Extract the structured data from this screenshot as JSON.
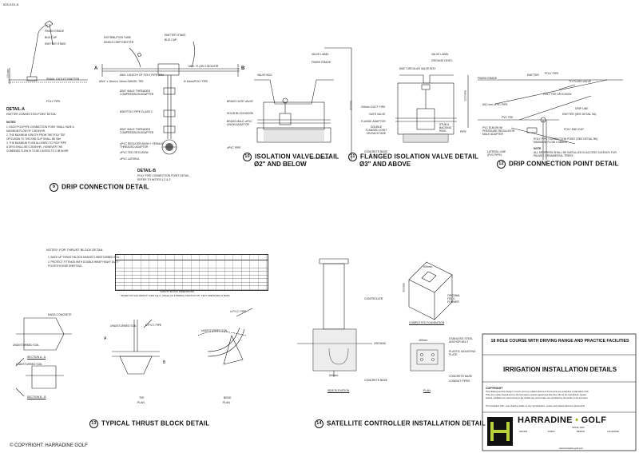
{
  "sheet_ref": "626-01D-A",
  "copyright": "©   COPYRIGHT:  HARRADINE GOLF",
  "details": {
    "d9": {
      "num": "9",
      "title": "DRIP CONNECTION DETAIL"
    },
    "d10": {
      "num": "10",
      "title": "ISOLATION VALVE DETAIL",
      "sub": "Ø2\" AND BELOW"
    },
    "d11": {
      "num": "11",
      "title": "FLANGED ISOLATION VALVE DETAIL",
      "sub": "Ø3\" AND ABOVE"
    },
    "d12": {
      "num": "12",
      "title": "DRIP CONNECTION POINT DETAIL"
    },
    "d13": {
      "num": "13",
      "title": "TYPICAL THRUST BLOCK DETAIL"
    },
    "d14": {
      "num": "14",
      "title": "SATELLITE CONTROLLER INSTALLATION DETAIL"
    }
  },
  "detail_a": {
    "title": "DETAIL-A",
    "subtitle": "EMITTER CONNECTION POINT DETAIL",
    "labels": [
      "FINISH GRADE",
      "BUG CAP",
      "EMITTER STAKE",
      "SNAUL OUTLET EMITTER",
      "POLY PIPE",
      "100 min"
    ],
    "notes_title": "NOTES",
    "notes": [
      "1.  EACH POLYPIPE CONNECTION POINT SHALL HAVE A",
      "     MAXIMUM FLOW OF 0.38 M³/HR.",
      "2.  THE MAXIMUM LENGTH FROM THE POLY TEE",
      "     OR ELBOW TO THE END CLIP SHALL BE 30m",
      "3.  THE MAXIMUM FLOW ALLOWED TO POLY PIPE",
      "     A OR B SHALL BE 0.38 M³/HR., HOWEVER THE",
      "     COMBINED FLOW IS TO BE LIMITED TO 0.38 M³/HR."
    ]
  },
  "detail_b": {
    "title": "DETAIL-B",
    "subtitle": "POLY PIPE CONNECTION POINT DETAIL",
    "ref": "REFER TO NOTES 1,2 & 3",
    "labels": [
      "DISTRIBUTION TUBE",
      "SINGLE DRIP EMITTER",
      "EMITTER STAKE",
      "BUG CAP",
      "MAX. LENGTH OF POLY PIPE 30M",
      "MAX. FLOW 0.38 M³/HR",
      "Ø3/4\" x 16mm x 16mm SWIVEL TEE",
      "Ø 16mmPOLY PIPE",
      "Ø3/4\" MALE THREADED COMPRESSION ADAPTER",
      "Ø3/4\"POLY PIPE CLASS C",
      "Ø3/4\" MALE THREADED COMPRESSION ADAPTER",
      "uPVC REDUCER BUSH + FEMALE THREADED ADAPTER",
      "uPVC TEE OR ELBOW",
      "uPVC LATERAL",
      "A",
      "B"
    ]
  },
  "d10_labels": [
    "VALVE BOX",
    "VALVE LABEL",
    "FINISH GRADE",
    "BRASS GATE VALVE",
    "SOLID BLOCKWORK",
    "BRASS MALE-uPVC UNION ADAPTOR",
    "uPVC PIPE",
    "150mm GRAVEL",
    "300mm"
  ],
  "d11_labels": [
    "Ø18\" CIRCULAR VALVE BOX",
    "VALVE LABEL",
    "GROUND LEVEL",
    "200mm DUCT PIPE",
    "GATE VALVE",
    "FLANGE ADAPTOR",
    "DOUBLE FLANGED JOINT ON EACH SIDE",
    "STUB & BACKING RING",
    "PIPE",
    "CONCRETE BASE",
    "1000mm"
  ],
  "d12_labels": [
    "FINISH GRADE",
    "EMITTER",
    "POLY PIPE",
    "TO FLUSH VALVE",
    "POLY TEE OR ELBOW",
    "Ø12 mm uPVC PIPE",
    "DRIP LINE",
    "EMITTER (SEE DETAIL 9A)",
    "PVC TEE",
    "PVC ELBOW W/ PRESSURE REGULATOR MALE ADAPTER",
    "POLY END CAP",
    "LATERAL LINE (PVC PIPE)",
    "POLY PIPE CONNECTION POINT (SEE DETAIL 9B) MAXIMUM FLOW 0.38M³/H",
    "NOTE",
    "ALL DRIPPERS SHALL BE INSTALLED IN ACCESS SLEEVES FOR PALMS / ORNAMENTAL TREES."
  ],
  "thrust": {
    "notes_title": "NOTES:  FOR THRUST BLOCK DETAIL",
    "notes": [
      "1.   BACK UP THRUST BLOCK AGAINST UNDISTURBED SOIL.",
      "2.   PROTECT FITTINGS WITH DOUBLE WRAP HEAVY DUTY",
      "      POLYETHYLENE SHEETING."
    ],
    "table_title": "THRUST BLOCK DIMENSIONS",
    "table_note": "* BASED ON SOIL DENSITY 1800 Kg/m³, ANGLE OF INTERNAL FRICTION 35°, TEST PRESSURE 10 BARS.",
    "labels": [
      "MASS CONCRETE",
      "UNDISTURBED SOIL",
      "U.P.V.C PIPE",
      "SECTION  A - A",
      "SECTION  B - B",
      "TEE",
      "PLAN",
      "BEND",
      "PLAN",
      "A",
      "B"
    ]
  },
  "satellite": {
    "labels": [
      "CONTROLLER",
      "CONCRETE BASE",
      "SIDE  ELEVATION",
      "GROUND",
      "600mm"
    ],
    "found_labels": [
      "COMPLETED FOUNDATION",
      "ORIGINAL FIELD FORMER",
      "600mm",
      "300mm",
      "PLAN",
      "STAINLESS STEEL ANCHOR BOLT",
      "PLASTIC MOUNTING PLATE",
      "CONCRETE BASE",
      "CONDUIT PIPES",
      "400mm"
    ]
  },
  "title_block": {
    "project": "18 HOLE COURSE WITH DRIVING RANGE AND PRACTICE FACILITIES",
    "drawing_title": "IRRIGATION INSTALLATION DETAILS",
    "copyright_title": "COPYRIGHT",
    "copyright_text": [
      "This drawing and the design it covers and any related electronic documents are properties of Harradine Golf.",
      "They are merely loaned and on the borrowers express agreement that they will not be reproduced, copied,",
      "loaned, exhibited nor used except in the limited way and private use permitted by the lender to the borrower."
    ],
    "logo_note": "The Harradine Golf - logo shall be visible on any reproductions, copies and related electronic documents.",
    "brand": "HARRADINE",
    "brand_dot": "•",
    "brand2": "GOLF",
    "since": "SINCE 1929",
    "offices": [
      "GRUEN",
      "DUBAI",
      "BERLIN",
      "LAUSANNE"
    ],
    "web": "www.harradine-golf.com"
  }
}
